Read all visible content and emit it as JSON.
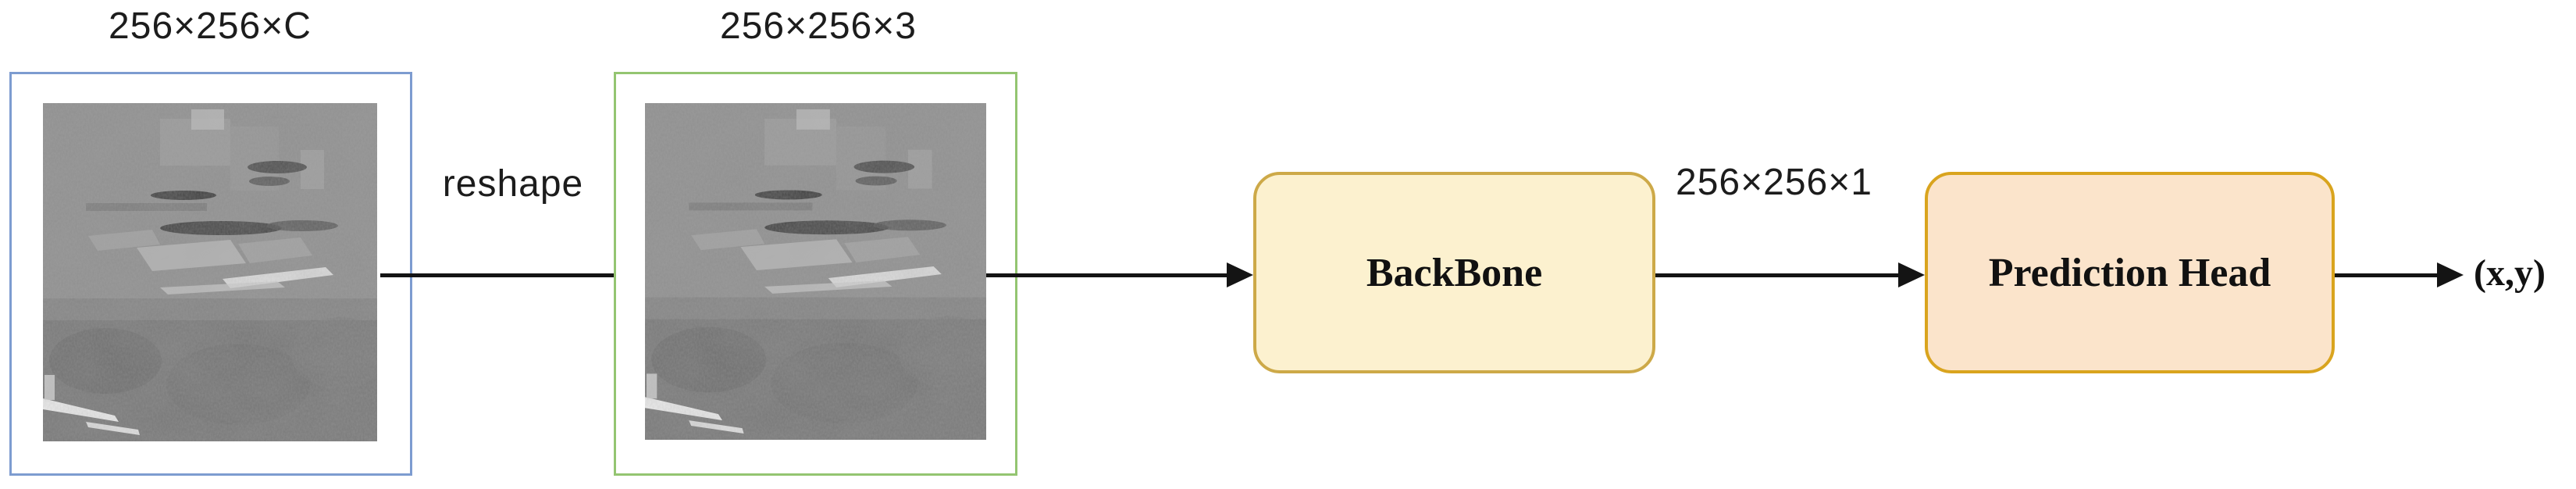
{
  "diagram": {
    "labels": {
      "input_dims": "256×256×C",
      "reshaped_dims": "256×256×3",
      "reshape": "reshape",
      "feature_dims": "256×256×1",
      "backbone": "BackBone",
      "prediction_head": "Prediction Head",
      "output": "(x,y)"
    },
    "images": {
      "input_alt": "grayscale aerial landscape photo",
      "reshaped_alt": "grayscale aerial landscape photo"
    },
    "colors": {
      "input_box_border": "#7d9cd0",
      "reshaped_box_border": "#94c571",
      "backbone_fill": "#fcf1cf",
      "backbone_border": "#cda948",
      "prediction_head_fill": "#fbe4cb",
      "prediction_head_border": "#d9a41e",
      "arrow": "#141414",
      "text": "#1c1c1c"
    }
  }
}
